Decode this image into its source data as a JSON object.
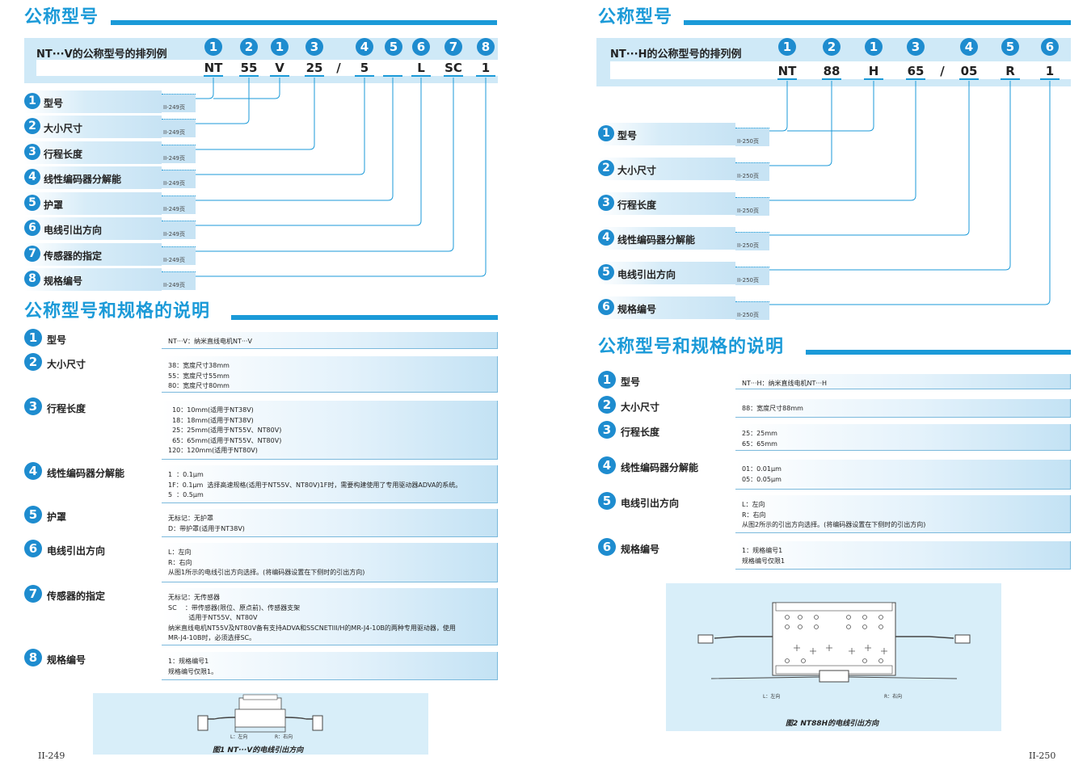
{
  "left": {
    "title1": "公称型号",
    "band_title": "NT···V的公称型号的排列例",
    "code_nums": [
      "1",
      "2",
      "1",
      "3",
      "4",
      "5",
      "6",
      "7",
      "8"
    ],
    "codes": [
      "NT",
      "55",
      "V",
      "25",
      "/",
      "5",
      "",
      "L",
      "SC",
      "1"
    ],
    "rows": [
      {
        "num": "1",
        "label": "型号",
        "ref": "II-249页"
      },
      {
        "num": "2",
        "label": "大小尺寸",
        "ref": "II-249页"
      },
      {
        "num": "3",
        "label": "行程长度",
        "ref": "II-249页"
      },
      {
        "num": "4",
        "label": "线性编码器分解能",
        "ref": "II-249页"
      },
      {
        "num": "5",
        "label": "护罩",
        "ref": "II-249页"
      },
      {
        "num": "6",
        "label": "电线引出方向",
        "ref": "II-249页"
      },
      {
        "num": "7",
        "label": "传感器的指定",
        "ref": "II-249页"
      },
      {
        "num": "8",
        "label": "规格编号",
        "ref": "II-249页"
      }
    ],
    "title2": "公称型号和规格的说明",
    "specs": [
      {
        "num": "1",
        "label": "型号",
        "text": "NT···V：纳米直线电机NT···V"
      },
      {
        "num": "2",
        "label": "大小尺寸",
        "text": "38：宽度尺寸38mm\n55：宽度尺寸55mm\n80：宽度尺寸80mm"
      },
      {
        "num": "3",
        "label": "行程长度",
        "text": "  10：10mm(适用于NT38V)\n  18：18mm(适用于NT38V)\n  25：25mm(适用于NT55V、NT80V)\n  65：65mm(适用于NT55V、NT80V)\n120：120mm(适用于NT80V)"
      },
      {
        "num": "4",
        "label": "线性编码器分解能",
        "text": "1  ：0.1μm\n1F：0.1μm  选择高速规格(适用于NT55V、NT80V)1F时，需要构建使用了专用驱动器ADVA的系统。\n5  ：0.5μm"
      },
      {
        "num": "5",
        "label": "护罩",
        "text": "无标记：无护罩\nD：带护罩(适用于NT38V)"
      },
      {
        "num": "6",
        "label": "电线引出方向",
        "text": "L：左向\nR：右向\n从图1所示的电线引出方向选择。(将编码器设置在下侧时的引出方向)"
      },
      {
        "num": "7",
        "label": "传感器的指定",
        "text": "无标记：无传感器\nSC    ：带传感器(限位、原点前)、传感器支架\n          适用于NT55V、NT80V\n纳米直线电机NT55V及NT80V备有支持ADVA和SSCNETIII/H的MR-J4-10B的两种专用驱动器，使用\nMR-J4-10B时，必须选择SC。"
      },
      {
        "num": "8",
        "label": "规格编号",
        "text": "1：规格编号1\n规格编号仅限1。"
      }
    ],
    "fig_left_label": "L：左向",
    "fig_right_label": "R：右向",
    "fig_caption": "图1  NT···V的电线引出方向",
    "page_number": "II-249"
  },
  "right": {
    "title1": "公称型号",
    "band_title": "NT···H的公称型号的排列例",
    "code_nums": [
      "1",
      "2",
      "1",
      "3",
      "4",
      "5",
      "6"
    ],
    "codes": [
      "NT",
      "88",
      "H",
      "65",
      "/",
      "05",
      "R",
      "1"
    ],
    "rows": [
      {
        "num": "1",
        "label": "型号",
        "ref": "II-250页"
      },
      {
        "num": "2",
        "label": "大小尺寸",
        "ref": "II-250页"
      },
      {
        "num": "3",
        "label": "行程长度",
        "ref": "II-250页"
      },
      {
        "num": "4",
        "label": "线性编码器分解能",
        "ref": "II-250页"
      },
      {
        "num": "5",
        "label": "电线引出方向",
        "ref": "II-250页"
      },
      {
        "num": "6",
        "label": "规格编号",
        "ref": "II-250页"
      }
    ],
    "title2": "公称型号和规格的说明",
    "specs": [
      {
        "num": "1",
        "label": "型号",
        "text": "NT···H：纳米直线电机NT···H"
      },
      {
        "num": "2",
        "label": "大小尺寸",
        "text": "88：宽度尺寸88mm"
      },
      {
        "num": "3",
        "label": "行程长度",
        "text": "25：25mm\n65：65mm"
      },
      {
        "num": "4",
        "label": "线性编码器分解能",
        "text": "01：0.01μm\n05：0.05μm"
      },
      {
        "num": "5",
        "label": "电线引出方向",
        "text": "L：左向\nR：右向\n从图2所示的引出方向选择。(将编码器设置在下侧时的引出方向)"
      },
      {
        "num": "6",
        "label": "规格编号",
        "text": "1：规格编号1\n规格编号仅限1"
      }
    ],
    "fig_left_label": "L：左向",
    "fig_right_label": "R：右向",
    "fig_caption": "图2  NT88H的电线引出方向",
    "page_number": "II-250"
  },
  "colors": {
    "accent": "#1b9ad8",
    "circle": "#1e8ccf",
    "band": "#cfe9f7"
  }
}
